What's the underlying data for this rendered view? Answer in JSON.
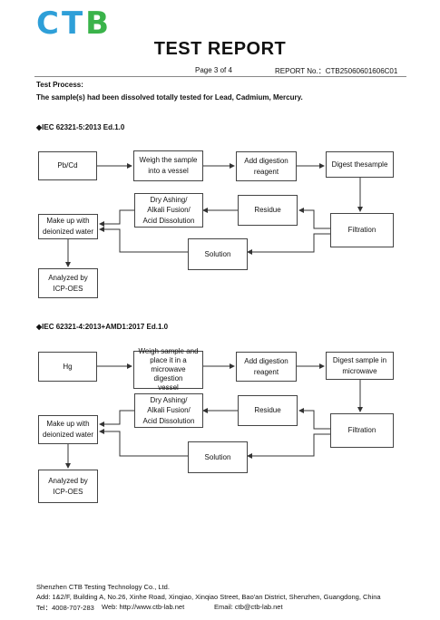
{
  "logo": {
    "text_main": "CTB"
  },
  "header": {
    "title": "TEST REPORT",
    "page": "Page 3 of 4",
    "report_no": "REPORT No.：CTB25060601606C01"
  },
  "process": {
    "label": "Test Process:",
    "description": "The sample(s) had been dissolved totally tested for Lead, Cadmium, Mercury."
  },
  "flow1": {
    "standard": "◆IEC 62321-5:2013 Ed.1.0",
    "sample": "Pb/Cd",
    "weigh": "Weigh the sample\ninto a vessel",
    "digestion": "Add digestion\nreagent",
    "digest": "Digest thesample",
    "filtration": "Filtration",
    "residue": "Residue",
    "ashing": "Dry Ashing/\nAlkali Fusion/\nAcid Dissolution",
    "makeup": "Make up with\ndeionized water",
    "solution": "Solution",
    "analyzed": "Analyzed by\nICP-OES"
  },
  "flow2": {
    "standard": "◆IEC 62321-4:2013+AMD1:2017 Ed.1.0",
    "sample": "Hg",
    "weigh": "Weigh sample and\nplace it in a\nmicrowave digestion\nvessel",
    "digestion": "Add digestion\nreagent",
    "digest": "Digest sample in\nmicrowave",
    "filtration": "Filtration",
    "residue": "Residue",
    "ashing": "Dry Ashing/\nAlkali Fusion/\nAcid Dissolution",
    "makeup": "Make up with\ndeionized water",
    "solution": "Solution",
    "analyzed": "Analyzed by\nICP-OES"
  },
  "footer": {
    "company": "Shenzhen CTB Testing Technology Co., Ltd.",
    "address": "Add: 1&2/F, Building A, No.26, Xinhe Road, Xinqiao, Xinqiao Street, Bao'an District, Shenzhen, Guangdong, China",
    "tel": "Tel：4008-707-283",
    "web": "Web: http://www.ctb-lab.net",
    "email": "Email: ctb@ctb-lab.net"
  },
  "colors": {
    "logo_blue": "#2e9fd8",
    "logo_green": "#3ab34a",
    "line": "#333333"
  }
}
